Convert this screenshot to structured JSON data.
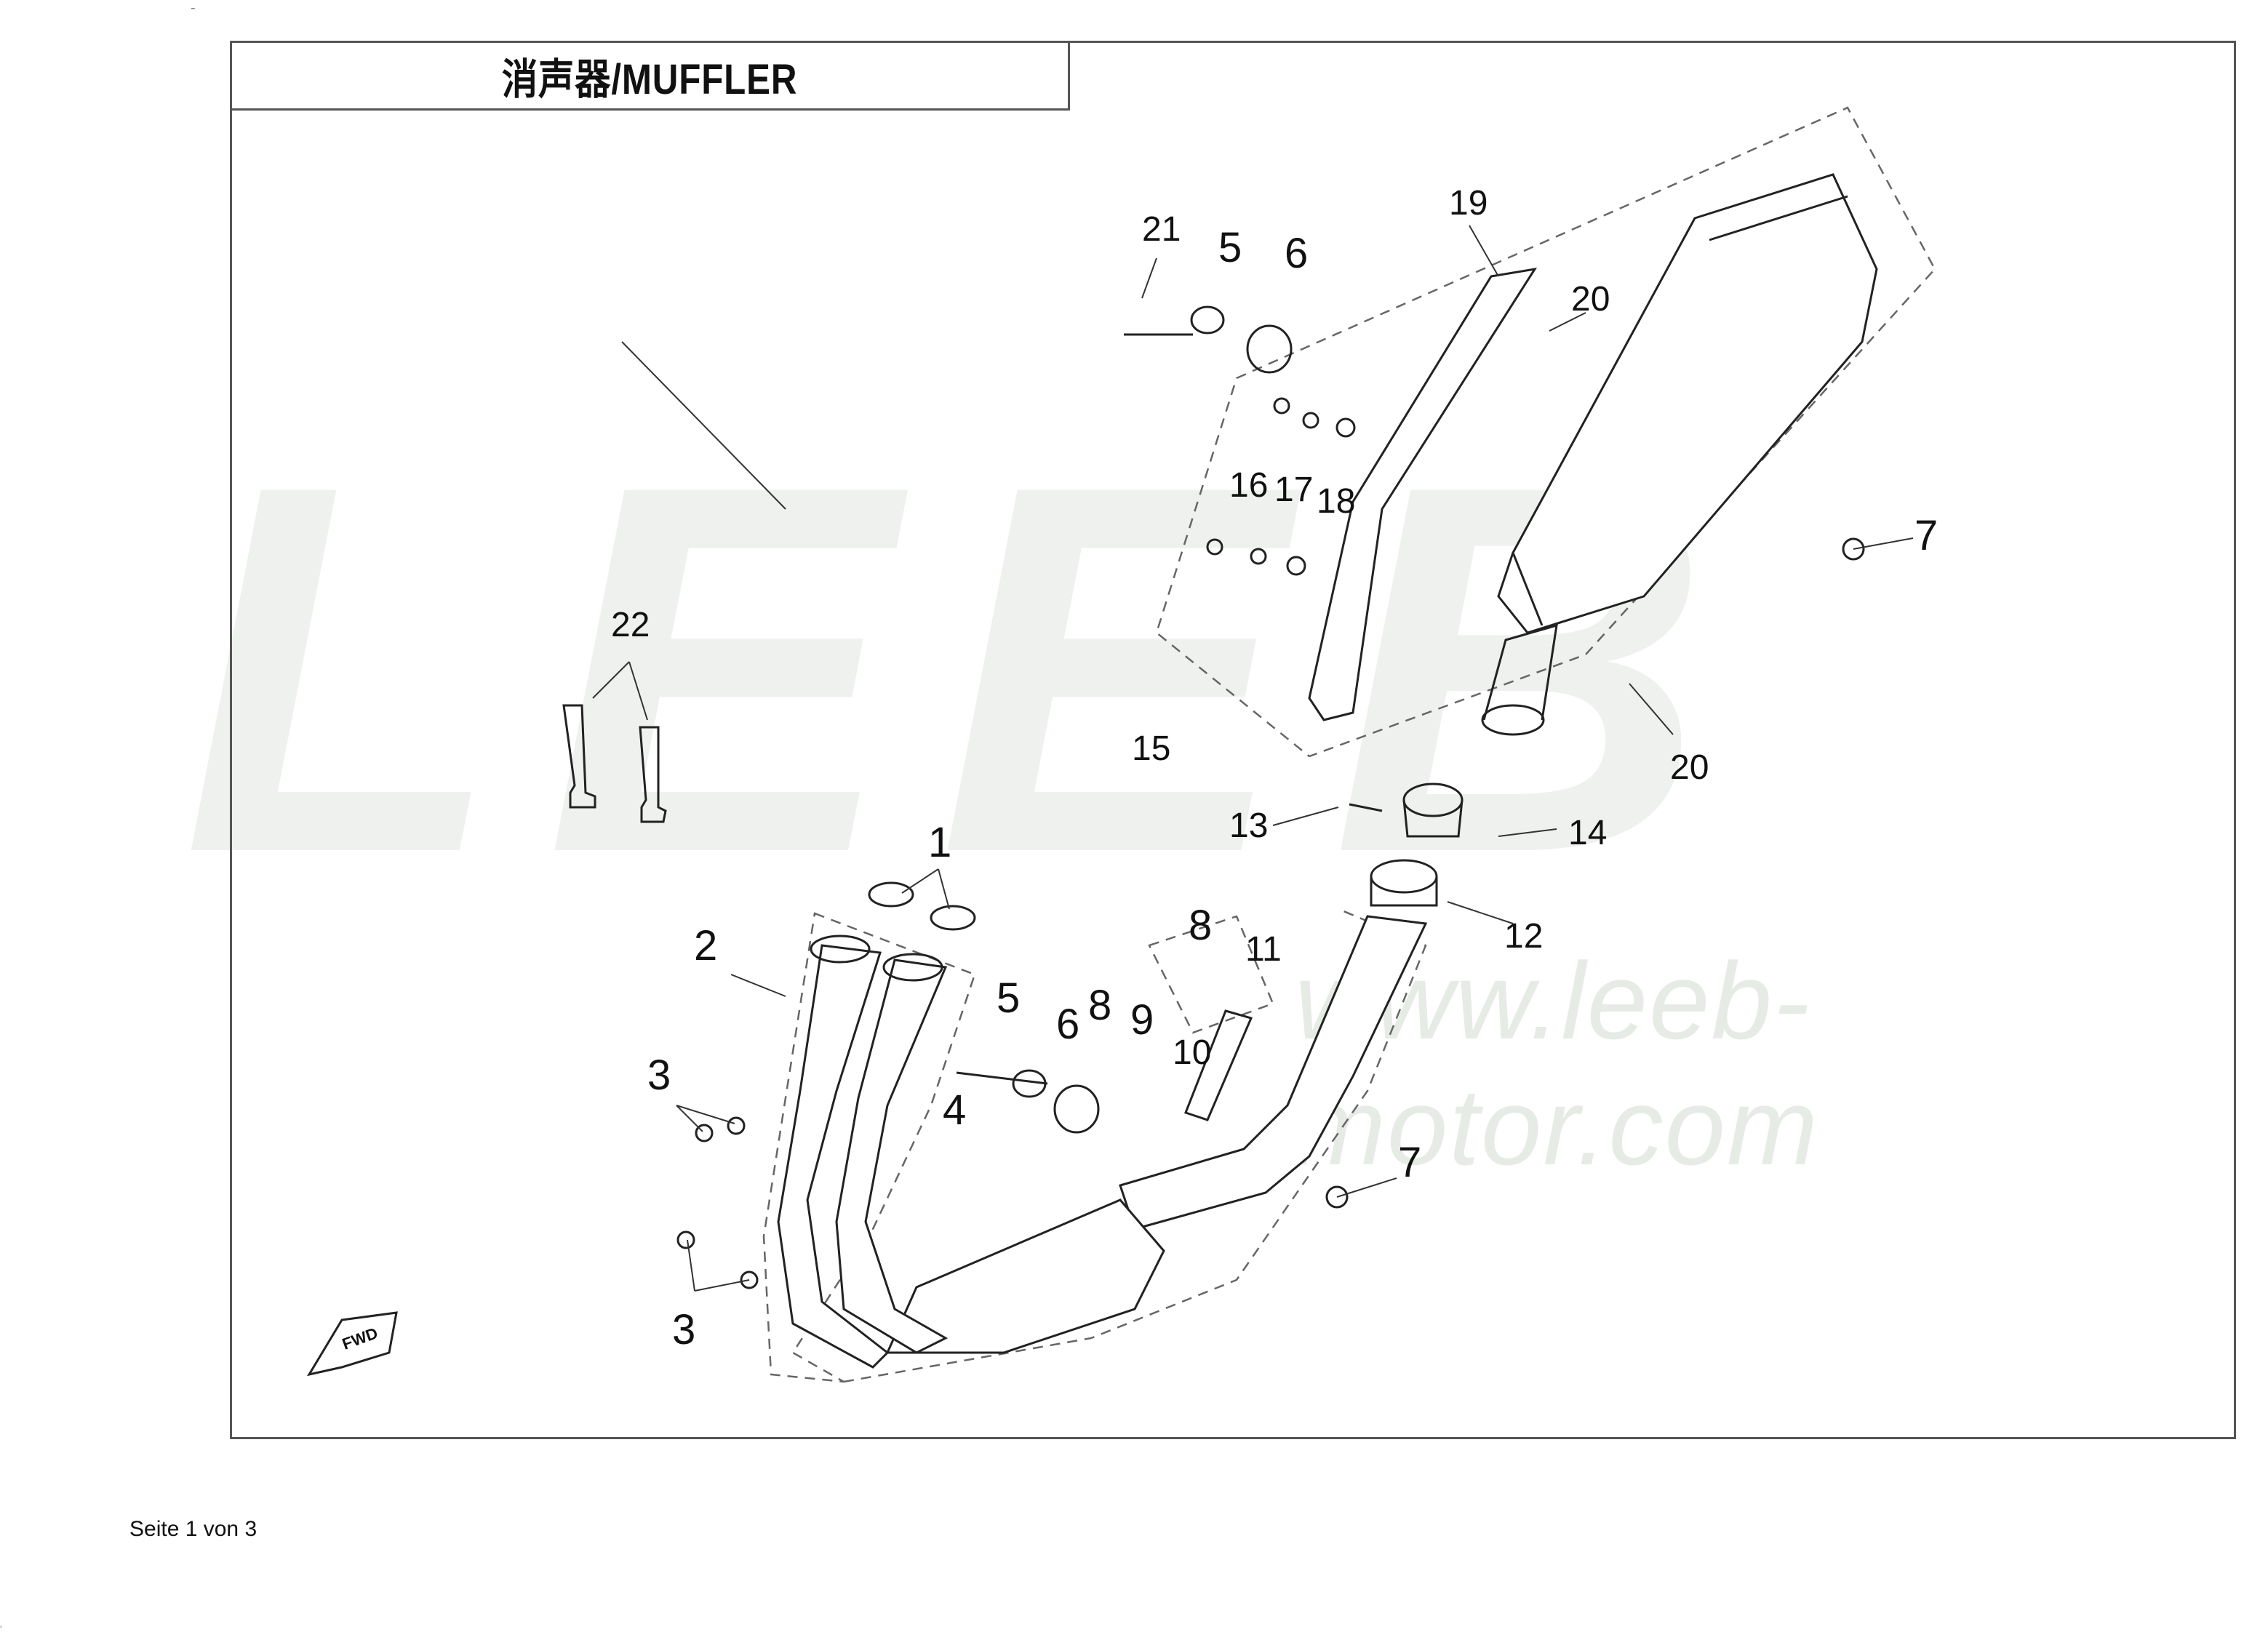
{
  "title": "消声器/MUFFLER",
  "watermark": "LEEB",
  "watermark_url": "www.leeb-motor.com",
  "footer": "Seite 1 von 3",
  "fwd_label": "FWD",
  "callouts": {
    "c1": "1",
    "c2": "2",
    "c3a": "3",
    "c3b": "3",
    "c4": "4",
    "c5a": "5",
    "c5b": "5",
    "c6a": "6",
    "c6b": "6",
    "c7a": "7",
    "c7b": "7",
    "c8a": "8",
    "c8b": "8",
    "c9": "9",
    "c10": "10",
    "c11": "11",
    "c12": "12",
    "c13": "13",
    "c14": "14",
    "c15": "15",
    "c16": "16",
    "c17": "17",
    "c18": "18",
    "c19": "19",
    "c20a": "20",
    "c20b": "20",
    "c21": "21",
    "c22": "22"
  },
  "colors": {
    "line": "#222222",
    "dashed": "#666666",
    "watermark": "#eef1ee"
  }
}
